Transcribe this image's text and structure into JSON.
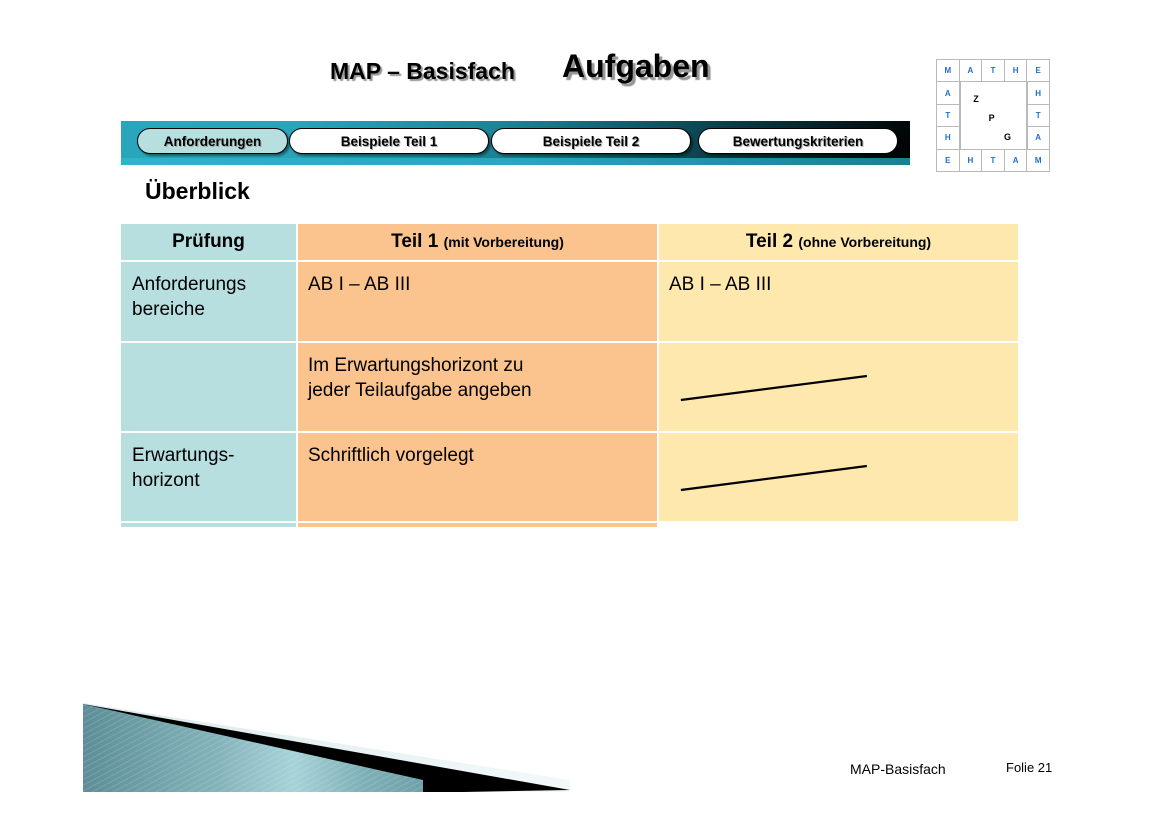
{
  "title": {
    "main": "MAP – Basisfach",
    "sub": "Aufgaben"
  },
  "logo": {
    "border_letters_top": [
      "M",
      "A",
      "T",
      "H",
      "E"
    ],
    "border_letters_left": [
      "A",
      "T",
      "H"
    ],
    "border_letters_right": [
      "H",
      "T",
      "A"
    ],
    "border_letters_bottom": [
      "E",
      "H",
      "T",
      "A",
      "M"
    ],
    "inner_letters": [
      "Z",
      "P",
      "G"
    ],
    "border_color": "#1f6fc4",
    "inner_color": "#000000"
  },
  "nav": {
    "items": [
      {
        "label": "Anforderungen",
        "active": true
      },
      {
        "label": "Beispiele Teil 1",
        "active": false
      },
      {
        "label": "Beispiele Teil 2",
        "active": false
      },
      {
        "label": "Bewertungskriterien",
        "active": false
      }
    ]
  },
  "section": {
    "heading": "Überblick"
  },
  "table": {
    "headers": [
      {
        "main": "Prüfung",
        "note": ""
      },
      {
        "main": "Teil 1",
        "note": "(mit Vorbereitung)"
      },
      {
        "main": "Teil 2",
        "note": "(ohne Vorbereitung)"
      }
    ],
    "rows": [
      {
        "c1": "Anforderungs\nbereiche",
        "c2": "AB I – AB III",
        "c3": "AB I – AB III",
        "c3_slash": false
      },
      {
        "c1": "",
        "c2": "Im Erwartungshorizont zu\njeder Teilaufgabe angeben",
        "c3": "",
        "c3_slash": true
      },
      {
        "c1": "Erwartungs-\nhorizont",
        "c2": "Schriftlich vorgelegt",
        "c3": "",
        "c3_slash": true
      }
    ]
  },
  "footer": {
    "left": "MAP-Basisfach",
    "right": "Folie 21"
  },
  "colors": {
    "col1": "#b7dfe0",
    "col2": "#fbc48f",
    "col3": "#fee8ae",
    "nav_accent": "#29a6bd",
    "deco_teal": "#6e9ba3",
    "deco_light": "#eef6f7"
  }
}
